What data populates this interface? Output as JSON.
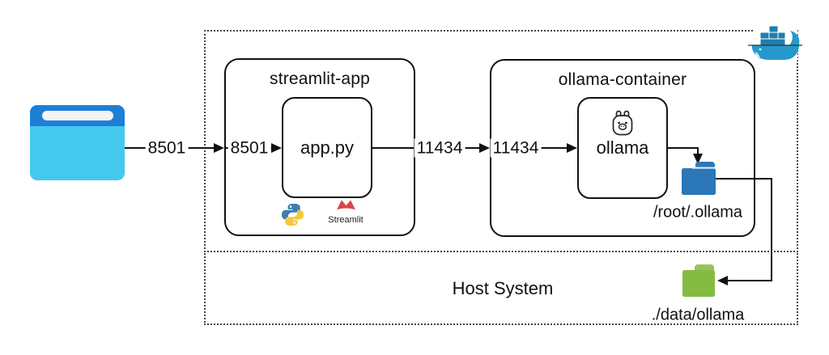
{
  "diagram": {
    "zones": {
      "docker": {
        "streamlit_container": {
          "title": "streamlit-app",
          "process": "app.py",
          "streamlit_caption": "Streamlit"
        },
        "ollama_container": {
          "title": "ollama-container",
          "process": "ollama",
          "volume_path": "/root/.ollama"
        }
      },
      "host": {
        "title": "Host System",
        "volume_path": "./data/ollama"
      }
    },
    "edges": [
      {
        "id": "browser-to-streamlit-container",
        "label": "8501"
      },
      {
        "id": "streamlit-container-to-app",
        "label": "8501"
      },
      {
        "id": "app-to-ollama-container",
        "label": "11434"
      },
      {
        "id": "ollama-container-to-ollama",
        "label": "11434"
      }
    ],
    "icons": {
      "browser": "browser-window-icon",
      "docker": "docker-whale-icon",
      "python": "python-logo-icon",
      "streamlit": "streamlit-crown-icon",
      "llama": "ollama-llama-icon",
      "container_volume": "blue-folder-icon",
      "host_volume": "green-folder-icon"
    },
    "colors": {
      "line": "#111111",
      "zone_border": "#444444",
      "browser_top": "#1d7fd6",
      "browser_body": "#45c8ee",
      "browser_bar": "#f1f3f4",
      "docker_blue": "#2599cb",
      "docker_dark_blue": "#1d7fae",
      "folder_blue": "#2b77b8",
      "folder_green": "#85bb41",
      "python_blue": "#3d7daf",
      "python_yellow": "#f5c93e",
      "streamlit_red": "#dc4543"
    }
  }
}
